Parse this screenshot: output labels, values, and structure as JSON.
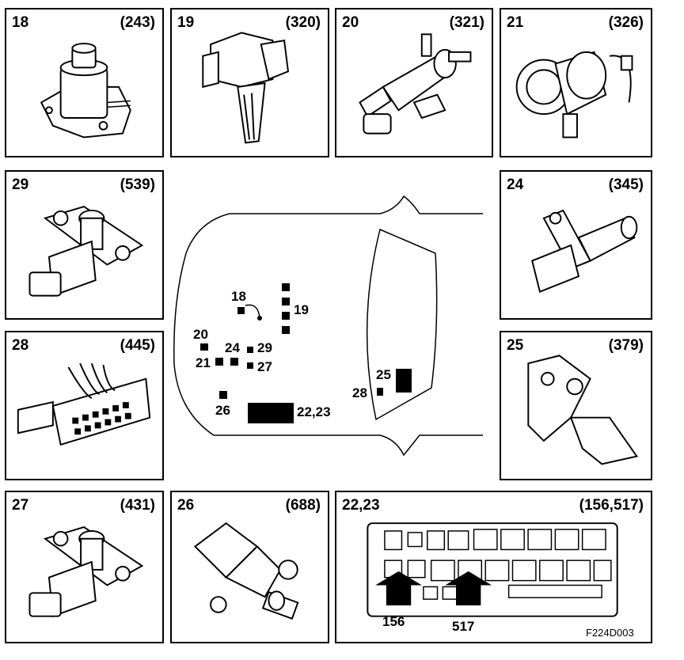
{
  "panels": [
    {
      "num": "18",
      "ref": "(243)"
    },
    {
      "num": "19",
      "ref": "(320)"
    },
    {
      "num": "20",
      "ref": "(321)"
    },
    {
      "num": "21",
      "ref": "(326)"
    },
    {
      "num": "29",
      "ref": "(539)"
    },
    {
      "num": "24",
      "ref": "(345)"
    },
    {
      "num": "28",
      "ref": "(445)"
    },
    {
      "num": "25",
      "ref": "(379)"
    },
    {
      "num": "27",
      "ref": "(431)"
    },
    {
      "num": "26",
      "ref": "(688)"
    },
    {
      "num": "22,23",
      "ref": "(156,517)"
    }
  ],
  "fusebox_arrows": [
    "156",
    "517"
  ],
  "car_labels": {
    "l18": "18",
    "l19": "19",
    "l20": "20",
    "l21": "21",
    "l24": "24",
    "l29": "29",
    "l27": "27",
    "l26": "26",
    "l2223": "22,23",
    "l25": "25",
    "l28": "28"
  },
  "figure_id": "F224D003"
}
